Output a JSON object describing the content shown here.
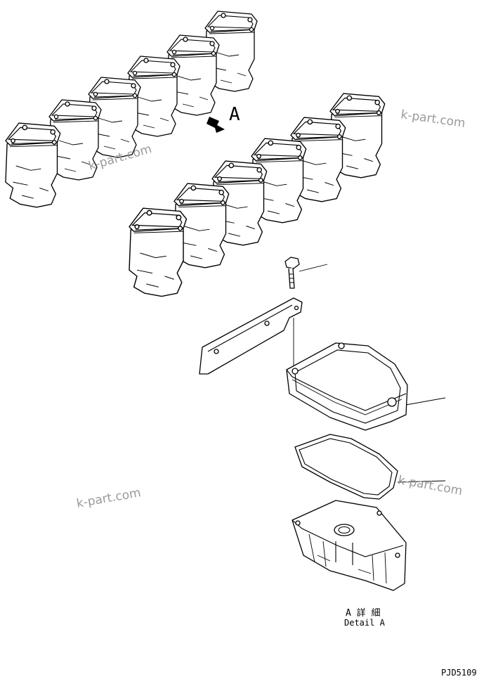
{
  "view_label": "A",
  "detail_label_jp": "A 詳 細",
  "detail_label_en": "Detail A",
  "drawing_code": "PJD5109",
  "watermarks": [
    "k-part.com",
    "k-part.com",
    "k-part.com",
    "k-part.com"
  ],
  "parts": {
    "bolt": "bolt-icon",
    "bracket": "bracket-icon",
    "head_cover": "head-cover-icon",
    "gasket": "gasket-icon",
    "cylinder_head": "cylinder-head-icon"
  }
}
